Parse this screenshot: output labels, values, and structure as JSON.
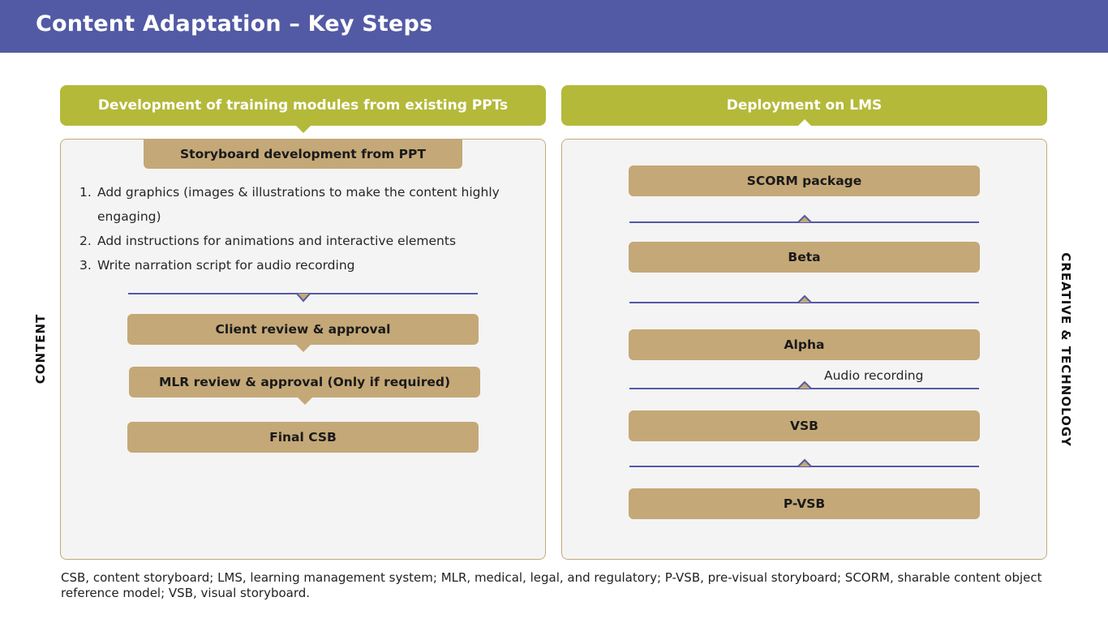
{
  "page": {
    "title": "Content Adaptation – Key Steps"
  },
  "left_section": {
    "header": "Development of training modules from existing PPTs",
    "side_label": "CONTENT",
    "storyboard_box": "Storyboard development from PPT",
    "steps": [
      {
        "num": "1.",
        "text": "Add graphics (images & illustrations to make the content highly engaging)"
      },
      {
        "num": "2.",
        "text": "Add instructions for animations and interactive elements"
      },
      {
        "num": "3.",
        "text": "Write narration script for audio recording"
      }
    ],
    "flow": [
      "Client review & approval",
      "MLR review & approval (Only if required)",
      "Final CSB"
    ]
  },
  "right_section": {
    "header": "Deployment on LMS",
    "side_label": "CREATIVE & TECHNOLOGY",
    "flow": [
      "SCORM package",
      "Beta",
      "Alpha",
      "VSB",
      "P-VSB"
    ],
    "annotation": "Audio recording"
  },
  "footnote": "CSB, content storyboard; LMS, learning management system; MLR, medical, legal, and regulatory; P-VSB, pre-visual storyboard; SCORM, sharable content object reference model; VSB, visual storyboard.",
  "colors": {
    "title_bar": "#535aa5",
    "header_green": "#b4b93a",
    "box_tan": "#c4a877",
    "panel_bg": "#f4f4f4",
    "connector": "#535aa5"
  }
}
